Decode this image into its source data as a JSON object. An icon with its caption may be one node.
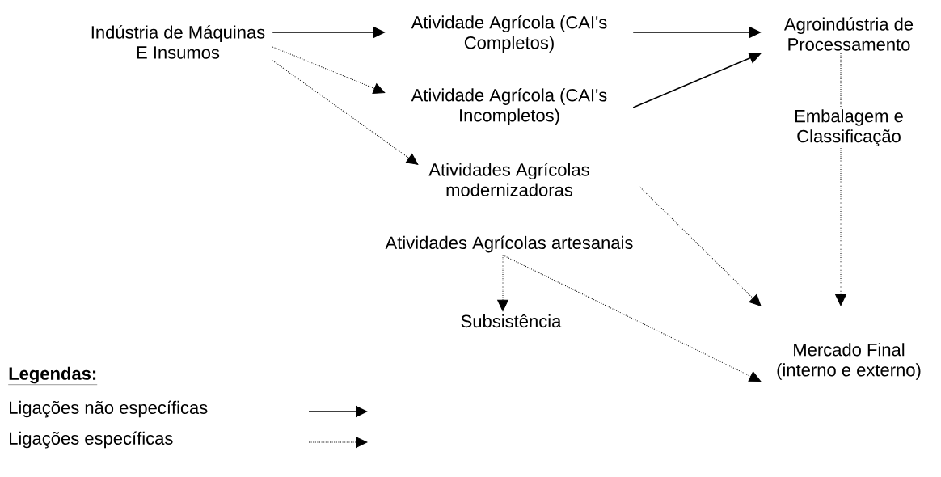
{
  "diagram": {
    "nodes": [
      {
        "text": [
          "Indústria de Máquinas E Insumos"
        ]
      },
      {
        "text": [
          "Atividade Agrícola (CAI's Completos)"
        ]
      },
      {
        "text": [
          "Atividade Agrícola (CAI's Incompletos)"
        ]
      },
      {
        "text": [
          "Atividades Agrícolas modernizadoras"
        ]
      },
      {
        "text": [
          "Atividades Agrícolas artesanais"
        ]
      },
      {
        "text": [
          "Subsistência"
        ]
      },
      {
        "text": [
          "Agroindústria de Processamento"
        ]
      },
      {
        "text": [
          "Mercado Final (interno e externo)"
        ]
      }
    ],
    "edges": [
      {
        "from": 0,
        "to": 1,
        "arrow": "to"
      },
      {
        "from": 0,
        "to": 2,
        "arrow": "to",
        "style": "dashed"
      },
      {
        "from": 0,
        "to": 3,
        "arrow": "to",
        "style": "dashed"
      },
      {
        "from": 1,
        "to": 6,
        "arrow": "to"
      },
      {
        "from": 2,
        "to": 6,
        "arrow": "to"
      },
      {
        "from": 3,
        "to": 7,
        "arrow": "to",
        "style": "dashed"
      },
      {
        "from": 4,
        "to": 5,
        "arrow": "to",
        "style": "dashed"
      },
      {
        "from": 4,
        "to": 7,
        "arrow": "to",
        "style": "dashed"
      },
      {
        "from": 6,
        "to": 7,
        "arrow": "to",
        "style": "dashed",
        "label": "Embalagem e Classificação"
      }
    ],
    "labels": [
      "Legendas:"
    ],
    "legend": [
      {
        "text": "Ligações não específicas"
      },
      {
        "text": "Ligações específicas"
      }
    ]
  }
}
